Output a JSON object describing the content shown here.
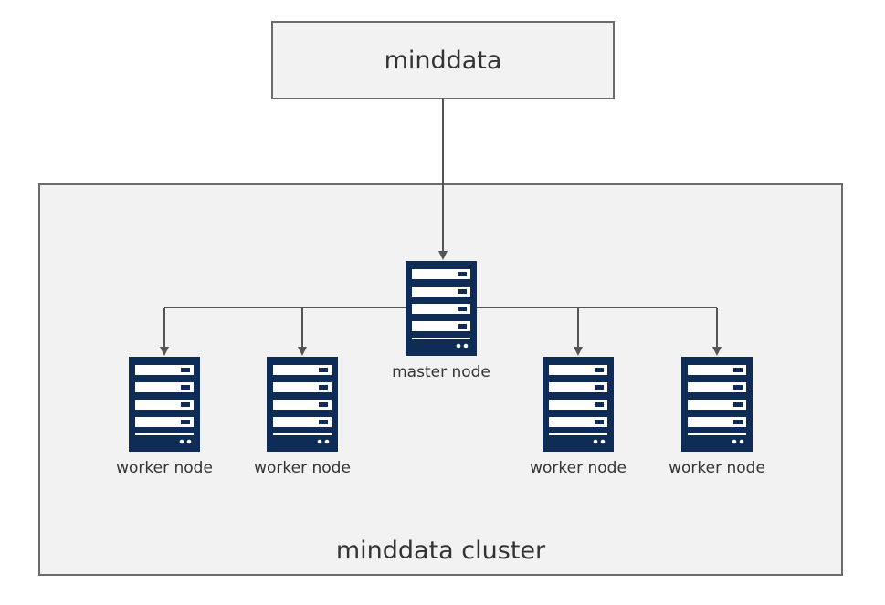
{
  "title": "minddata",
  "cluster": {
    "label": "minddata cluster"
  },
  "master": {
    "label": "master node"
  },
  "workers": [
    {
      "label": "worker node"
    },
    {
      "label": "worker node"
    },
    {
      "label": "worker node"
    },
    {
      "label": "worker node"
    }
  ],
  "colors": {
    "server": "#0f2c57",
    "line": "#555555",
    "box_fill": "#f2f2f2",
    "box_border": "#6b6b6b"
  },
  "icons": [
    "server-icon",
    "arrow-icon"
  ]
}
